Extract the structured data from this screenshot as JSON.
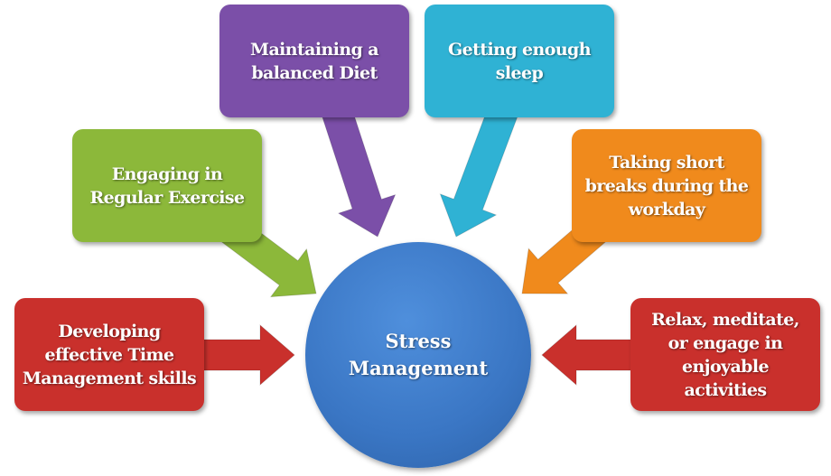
{
  "center": {
    "label": "Stress\nManagement",
    "color": "#3d7cc9"
  },
  "items": [
    {
      "id": "time-management",
      "label": "Developing\neffective Time\nManagement skills",
      "color": "#c9302c"
    },
    {
      "id": "exercise",
      "label": "Engaging in\nRegular Exercise",
      "color": "#8cb83a"
    },
    {
      "id": "diet",
      "label": "Maintaining a\nbalanced Diet",
      "color": "#7b4fa8"
    },
    {
      "id": "sleep",
      "label": "Getting enough\nsleep",
      "color": "#2fb2d4"
    },
    {
      "id": "breaks",
      "label": "Taking short\nbreaks during the\nworkday",
      "color": "#f08a1c"
    },
    {
      "id": "relax",
      "label": "Relax, meditate,\nor engage in\nenjoyable\nactivities",
      "color": "#c9302c"
    }
  ]
}
